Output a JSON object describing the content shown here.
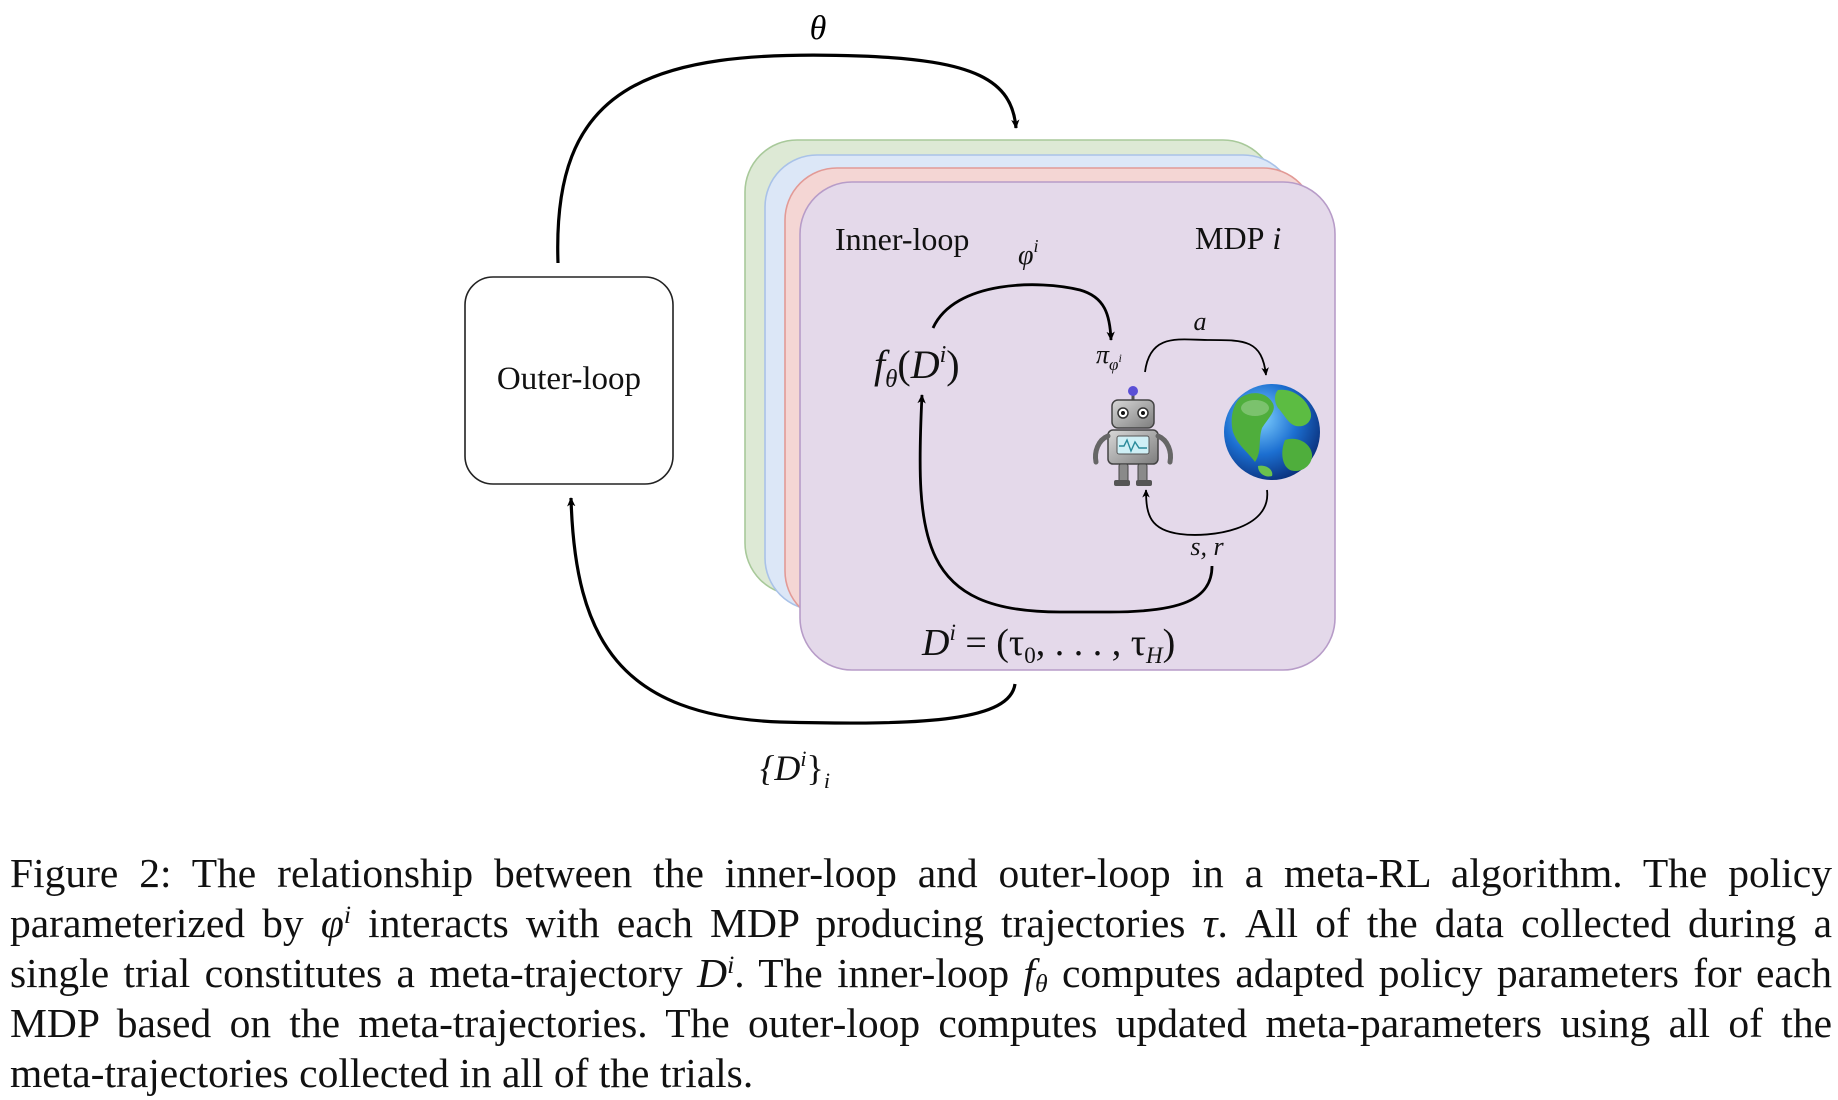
{
  "figure": {
    "theta_label": "θ",
    "outer_loop_label": "Outer-loop",
    "inner_loop_label": "Inner-loop",
    "mdp_label": "MDP",
    "mdp_index": "i",
    "phi_label": "φ",
    "phi_sup": "i",
    "f_func": "f",
    "f_sub": "θ",
    "f_arg_open": "(",
    "f_arg_D": "D",
    "f_arg_sup": "i",
    "f_arg_close": ")",
    "pi_label": "π",
    "pi_sub": "φ",
    "pi_subsup": "i",
    "action_label": "a",
    "state_reward_label": "s, r",
    "traj_D": "D",
    "traj_sup": "i",
    "traj_rest": " = (τ",
    "traj_sub0": "0",
    "traj_mid": ", . . . , τ",
    "traj_subH": "H",
    "traj_close": ")",
    "meta_open": "{D",
    "meta_sup": "i",
    "meta_close": "}",
    "meta_sub": "i",
    "layer_colors": [
      "#dde9d5",
      "#dce7f7",
      "#f4d6d4",
      "#e4d9ea"
    ],
    "layer_borders": [
      "#a8c99a",
      "#a9c2e8",
      "#e29a96",
      "#b79cc8"
    ]
  },
  "caption": {
    "label": "Figure 2:",
    "part1": " The relationship between the inner-loop and outer-loop in a meta-RL algorithm. The policy parameterized by ",
    "phi": "φ",
    "phi_sup": "i",
    "part2": " interacts with each MDP producing trajectories ",
    "tau": "τ",
    "part3": ". All of the data collected during a single trial constitutes a meta-trajectory ",
    "D": "D",
    "D_sup": "i",
    "part4": ". The inner-loop ",
    "f": "f",
    "f_sub": "θ",
    "part5": " computes adapted policy parameters for each MDP based on the meta-trajectories. The outer-loop computes updated meta-parameters using all of the meta-trajectories collected in all of the trials."
  }
}
